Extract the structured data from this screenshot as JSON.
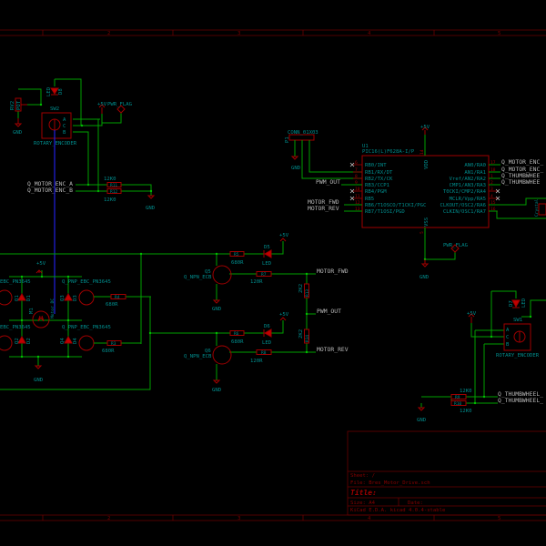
{
  "frame": {
    "columns": [
      "2",
      "3",
      "4",
      "5"
    ]
  },
  "colors": {
    "background": "#000000",
    "wire": "#00a000",
    "bus": "#2020e0",
    "component": "#a00000",
    "reference": "#008c8c",
    "net_label": "#b8b8b8",
    "frame": "#6a0000"
  },
  "sw2": {
    "ref": "SW2",
    "value": "ROTARY_ENCODER",
    "pins": [
      "A",
      "C",
      "B"
    ]
  },
  "d8": {
    "ref": "D8",
    "value": "LED"
  },
  "rv2": {
    "ref": "RV2",
    "value": "POT"
  },
  "power": {
    "vcc": "+5V",
    "gnd": "GND",
    "flag": "PWR_FLAG"
  },
  "r11": {
    "ref": "R11",
    "value": "12K0"
  },
  "r12": {
    "ref": "R12",
    "value": "12K0"
  },
  "p1": {
    "ref": "P1",
    "value": "CONN_01X03"
  },
  "u1": {
    "ref": "U1",
    "value": "PIC16(L)F628A-I/P",
    "vdd": "VDD",
    "vss": "VSS",
    "vdd_pin": "14",
    "vss_pin": "5",
    "left_pins": [
      {
        "num": "6",
        "name": "RB0/INT"
      },
      {
        "num": "7",
        "name": "RB1/RX/DT"
      },
      {
        "num": "8",
        "name": "RB2/TX/CK"
      },
      {
        "num": "9",
        "name": "RB3/CCP1"
      },
      {
        "num": "10",
        "name": "RB4/PGM"
      },
      {
        "num": "11",
        "name": "RB5"
      },
      {
        "num": "12",
        "name": "RB6/T1OSCO/T1CKI/PGC"
      },
      {
        "num": "13",
        "name": "RB7/T1OSI/PGD"
      }
    ],
    "right_pins": [
      {
        "num": "17",
        "name": "AN0/RA0"
      },
      {
        "num": "18",
        "name": "AN1/RA1"
      },
      {
        "num": "1",
        "name": "Vref/AN2/RA2"
      },
      {
        "num": "2",
        "name": "CMP1/AN3/RA3"
      },
      {
        "num": "3",
        "name": "T0CKI/CMP2/RA4"
      },
      {
        "num": "4",
        "name": "MCLR/Vpp/RA5"
      },
      {
        "num": "15",
        "name": "CLKOUT/OSC2/RA6"
      },
      {
        "num": "16",
        "name": "CLKIN/OSC1/RA7"
      }
    ]
  },
  "crystal": {
    "value": "Crystal"
  },
  "nets": {
    "motor_enc_a": "Q_MOTOR_ENC_A",
    "motor_enc_b": "Q_MOTOR_ENC_B",
    "motor_enc_a_clipped": "Q_MOTOR_ENC_",
    "motor_enc_b_clipped": "Q_MOTOR_ENC_",
    "thumb_a_clipped": "Q_THUMBWHEE",
    "thumb_b_clipped": "Q_THUMBWHEE",
    "thumb_a2": "Q_THUMBWHEEL_",
    "thumb_b2": "Q_THUMBWHEEL_",
    "pwm_out": "PWM_OUT",
    "motor_fwd": "MOTOR_FWD",
    "motor_rev": "MOTOR_REV"
  },
  "hbridge": {
    "q_pnp": "Q_PNP_EBC_PN3645",
    "q_pnp_clipped": "EBC_PN3645",
    "d1": "D1",
    "d2": "D2",
    "d3": "D3",
    "d4": "D4",
    "q1": "Q1",
    "q2": "Q2",
    "q3": "Q3",
    "q4": "Q4",
    "m1": "M1",
    "motor": "Motor_DC",
    "r3": "R3",
    "r4": "R4",
    "r3_value": "680R",
    "r4_value": "680R"
  },
  "driver": {
    "q5": "Q5",
    "q6": "Q6",
    "q_npn": "Q_NPN_ECB",
    "r5": "R5",
    "r6": "R6",
    "r5_value": "680R",
    "r6_value": "680R",
    "r7": "R7",
    "r8": "R8",
    "r7_value": "120R",
    "r8_value": "120R",
    "d5": "D5",
    "d6": "D6",
    "led": "LED",
    "r13": "R13",
    "r14": "R14",
    "r13_value": "2K2",
    "r14_value": "2K2"
  },
  "sw1": {
    "ref": "SW1",
    "value": "ROTARY_ENCODER",
    "d7": "D7",
    "led": "LED",
    "pins": [
      "A",
      "C",
      "B"
    ]
  },
  "r9": {
    "ref": "R9",
    "value": "12K0"
  },
  "r10": {
    "ref": "R10",
    "value": "12K0"
  },
  "title_block": {
    "sheet": "Sheet: /",
    "file": "File: Bres_Motor_Drive.sch",
    "title": "Title:",
    "size": "Size: A4",
    "date": "Date:",
    "kicad": "KiCad E.D.A.  kicad 4.0.4-stable"
  }
}
